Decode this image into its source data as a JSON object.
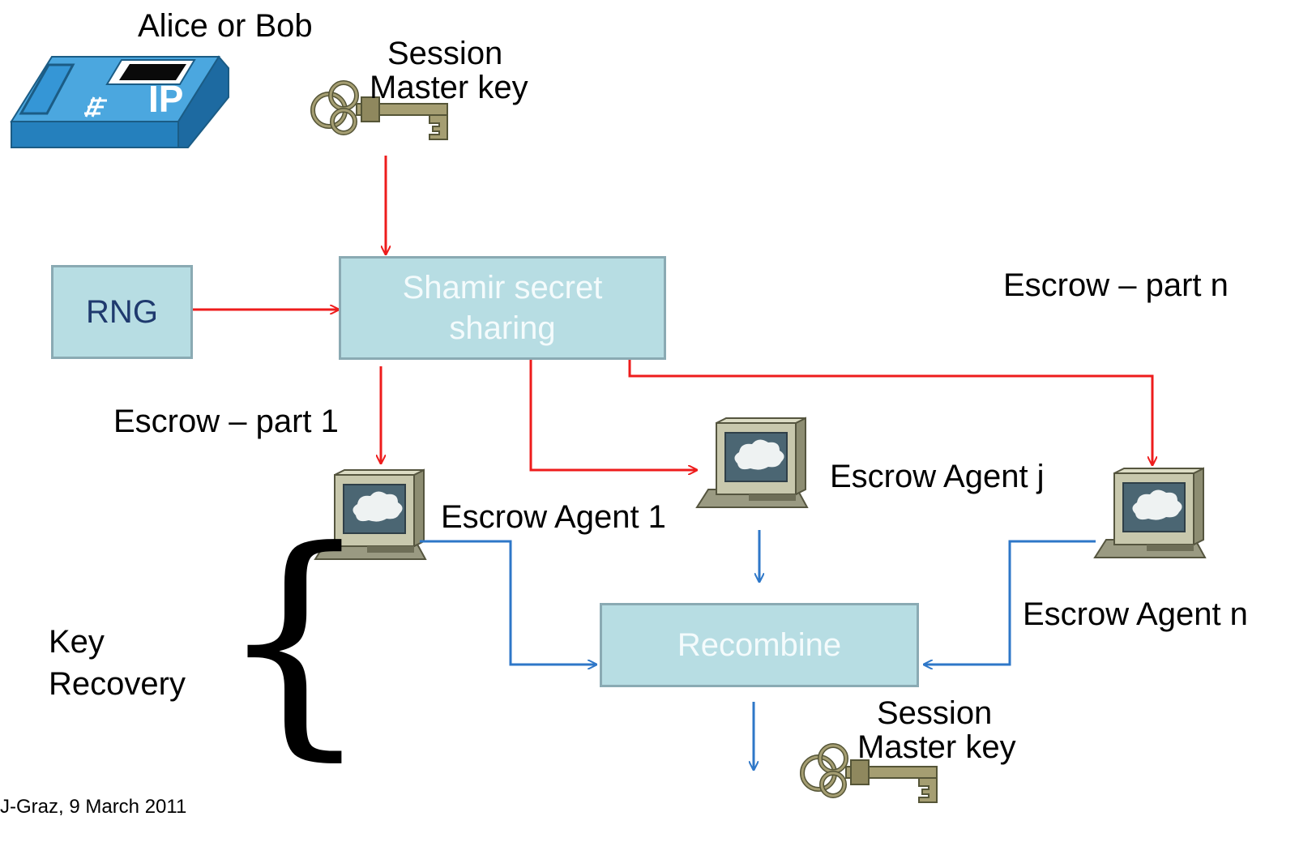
{
  "phone": {
    "caption": "Alice or Bob",
    "screen_text": "IP"
  },
  "session_key_top": {
    "label_line1": "Session",
    "label_line2": "Master key"
  },
  "rng_box": {
    "label": "RNG"
  },
  "shamir_box": {
    "label_line1": "Shamir secret",
    "label_line2": "sharing"
  },
  "escrow_part_1": "Escrow – part 1",
  "escrow_part_n": "Escrow – part n",
  "agents": {
    "agent_1": "Escrow Agent 1",
    "agent_j": "Escrow Agent j",
    "agent_n": "Escrow Agent n"
  },
  "recombine_box": {
    "label": "Recombine"
  },
  "key_recovery": {
    "line1": "Key",
    "line2": "Recovery"
  },
  "session_key_bottom": {
    "label_line1": "Session",
    "label_line2": "Master key"
  },
  "footer": "J-Graz,  9 March 2011",
  "colors": {
    "distribution_arrows": "#ee1c1c",
    "recovery_arrows": "#2e77c8",
    "process_box_fill": "#b7dde3",
    "box_text_light": "#f4fbfc",
    "box_text_dark": "#1f3a6e",
    "phone_blue": "#2e90cf"
  }
}
